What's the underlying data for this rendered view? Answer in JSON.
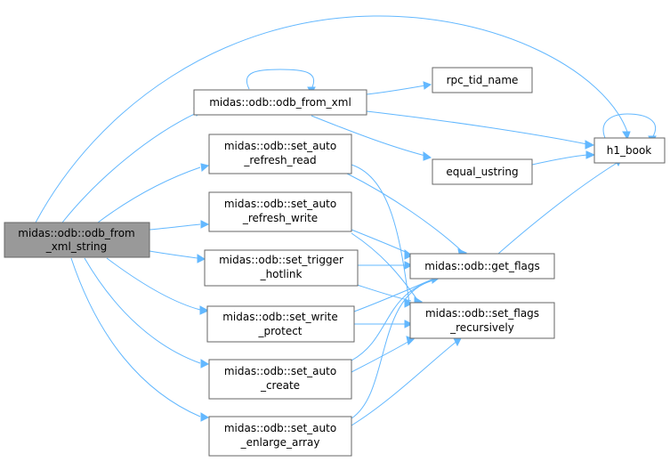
{
  "nodes": {
    "odb_from_xml_string": {
      "line1": "midas::odb::odb_from",
      "line2": "_xml_string"
    },
    "odb_from_xml": {
      "line1": "midas::odb::odb_from_xml"
    },
    "rpc_tid_name": {
      "line1": "rpc_tid_name"
    },
    "h1_book": {
      "line1": "h1_book"
    },
    "equal_ustring": {
      "line1": "equal_ustring"
    },
    "set_auto_refresh_read": {
      "line1": "midas::odb::set_auto",
      "line2": "_refresh_read"
    },
    "set_auto_refresh_write": {
      "line1": "midas::odb::set_auto",
      "line2": "_refresh_write"
    },
    "set_trigger_hotlink": {
      "line1": "midas::odb::set_trigger",
      "line2": "_hotlink"
    },
    "get_flags": {
      "line1": "midas::odb::get_flags"
    },
    "set_flags_recursively": {
      "line1": "midas::odb::set_flags",
      "line2": "_recursively"
    },
    "set_write_protect": {
      "line1": "midas::odb::set_write",
      "line2": "_protect"
    },
    "set_auto_create": {
      "line1": "midas::odb::set_auto",
      "line2": "_create"
    },
    "set_auto_enlarge_array": {
      "line1": "midas::odb::set_auto",
      "line2": "_enlarge_array"
    }
  },
  "colors": {
    "edge": "#63b8ff",
    "root_fill": "#999999",
    "node_fill": "#ffffff",
    "node_border": "#666666"
  }
}
